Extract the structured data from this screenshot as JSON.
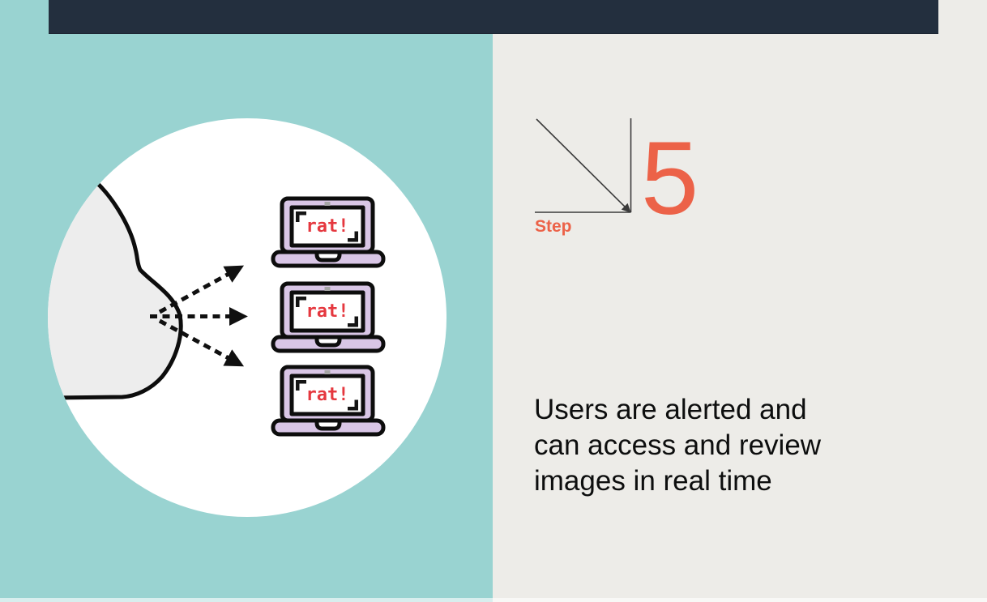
{
  "colors": {
    "teal": "#99D3D1",
    "navy": "#232F3E",
    "panel_bg": "#EDECE8",
    "accent": "#EC6248",
    "lavender": "#D9C6E6",
    "laptop_screen_text": "#E5383F",
    "cloud_fill": "#EDEDED",
    "outline": "#0D0D0D",
    "thin_line": "#3B3B3B"
  },
  "step": {
    "label": "Step",
    "number": "5"
  },
  "description": {
    "lines": [
      "Users are alerted and",
      "can access and review",
      "images in real time"
    ]
  },
  "illustration": {
    "laptops": [
      {
        "screen_text": "rat!"
      },
      {
        "screen_text": "rat!"
      },
      {
        "screen_text": "rat!"
      }
    ]
  }
}
